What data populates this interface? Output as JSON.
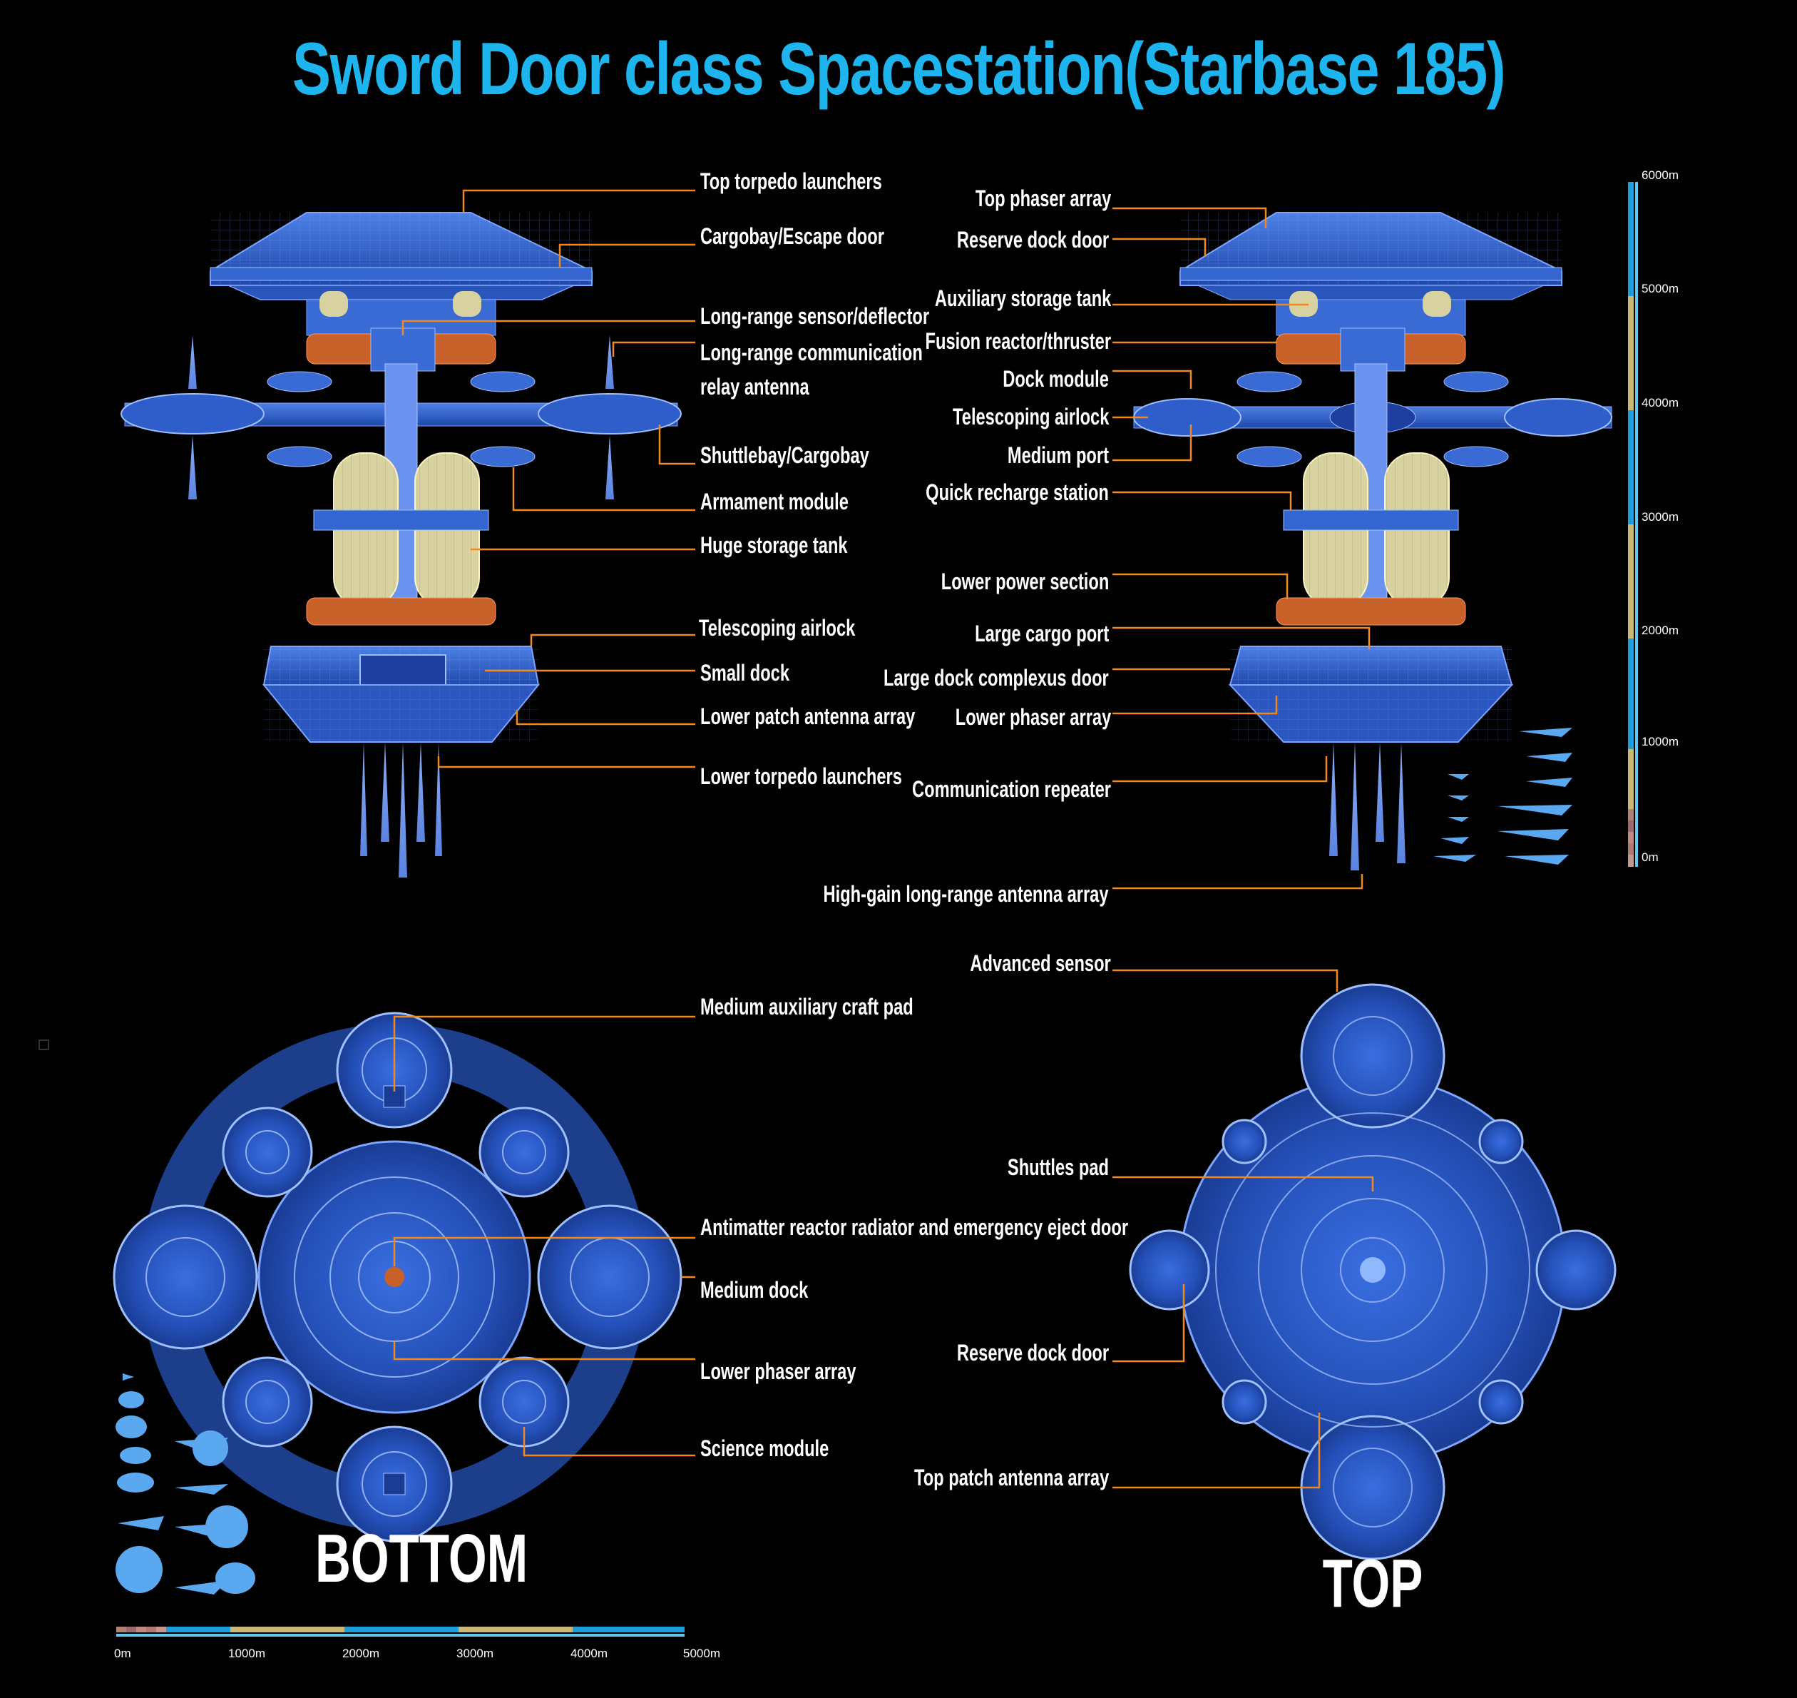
{
  "title": "Sword Door class Spacestation(Starbase 185)",
  "views": {
    "bottom": "BOTTOM",
    "top": "TOP"
  },
  "side_view_left_labels": [
    "Top  torpedo launchers",
    "Cargobay/Escape door",
    "Long-range sensor/deflector",
    "Long-range communication",
    "relay antenna",
    "Shuttlebay/Cargobay",
    "Armament module",
    "Huge storage tank",
    "Telescoping airlock",
    "Small dock",
    "Lower patch antenna array",
    "Lower torpedo launchers"
  ],
  "side_view_right_labels": [
    "Top phaser array",
    "Reserve dock door",
    "Auxiliary storage tank",
    "Fusion reactor/thruster",
    "Dock module",
    "Telescoping airlock",
    "Medium port",
    "Quick recharge station",
    "Lower power section",
    "Large cargo port",
    "Large dock complexus door",
    "Lower phaser array",
    "Communication repeater",
    "High-gain long-range antenna array"
  ],
  "bottom_view_labels": [
    "Medium auxiliary craft pad",
    "Antimatter reactor radiator and emergency eject door",
    "Medium dock",
    "Lower phaser array",
    "Science module"
  ],
  "top_view_labels": [
    "Advanced sensor",
    "Shuttles pad",
    "Reserve dock door",
    "Top patch antenna array"
  ],
  "vertical_scale": [
    "6000m",
    "5000m",
    "4000m",
    "3000m",
    "2000m",
    "1000m",
    "0m"
  ],
  "horizontal_scale": [
    "0m",
    "1000m",
    "2000m",
    "3000m",
    "4000m",
    "5000m"
  ],
  "colors": {
    "title": "#1eb4ee",
    "leader": "#f08a1e",
    "hull": "#2b5cc8",
    "hull_light": "#5b8cf0",
    "tank": "#d8d2a0",
    "reactor": "#c8602a",
    "scale_blue": "#1e9fd8",
    "scale_tan": "#c9b876"
  }
}
